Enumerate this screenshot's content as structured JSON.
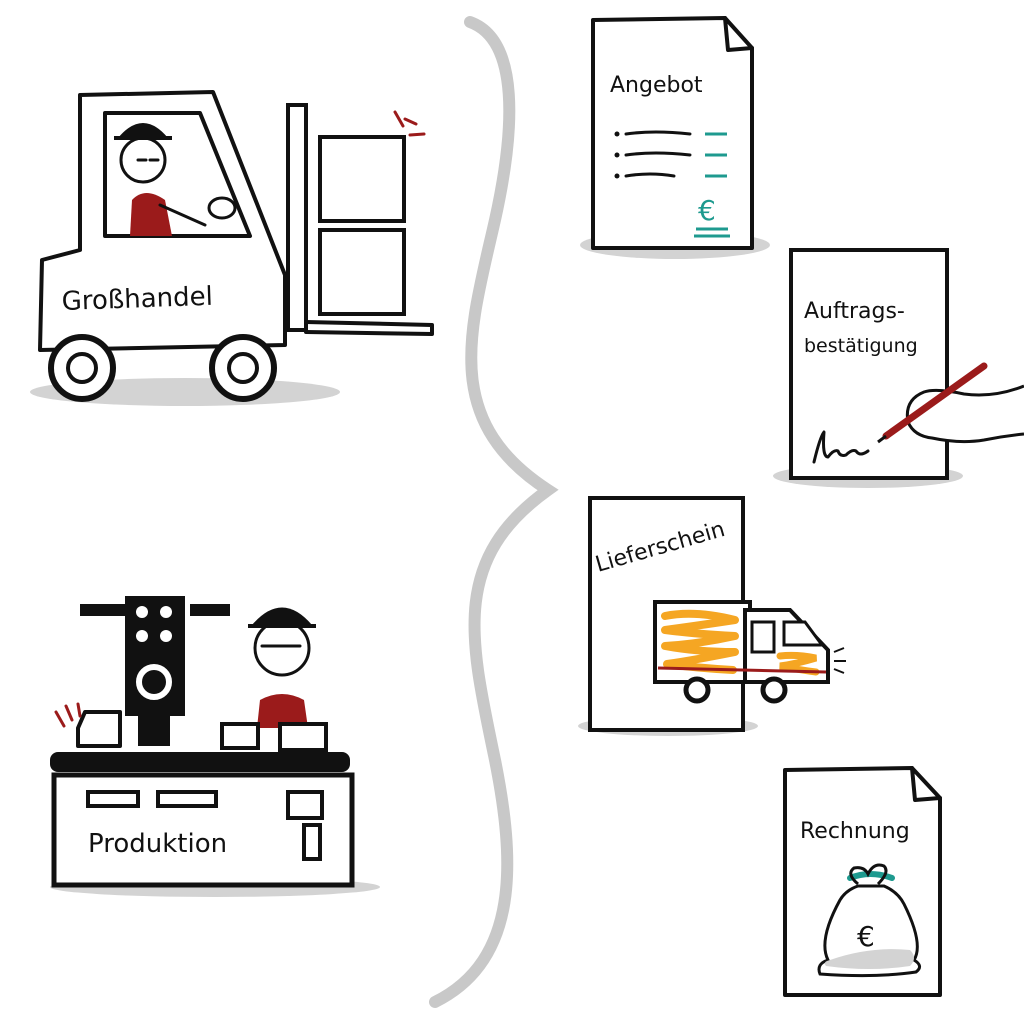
{
  "left": {
    "forklift_label": "Großhandel",
    "production_label": "Produktion"
  },
  "documents": [
    {
      "label": "Angebot",
      "symbol": "€"
    },
    {
      "label_line1": "Auftrags-",
      "label_line2": "bestätigung"
    },
    {
      "label": "Lieferschein"
    },
    {
      "label": "Rechnung",
      "symbol": "€"
    }
  ],
  "colors": {
    "ink": "#111111",
    "shadow": "#d3d3d3",
    "red": "#9b1b1b",
    "teal": "#1e9a8f",
    "orange": "#f5a623"
  }
}
